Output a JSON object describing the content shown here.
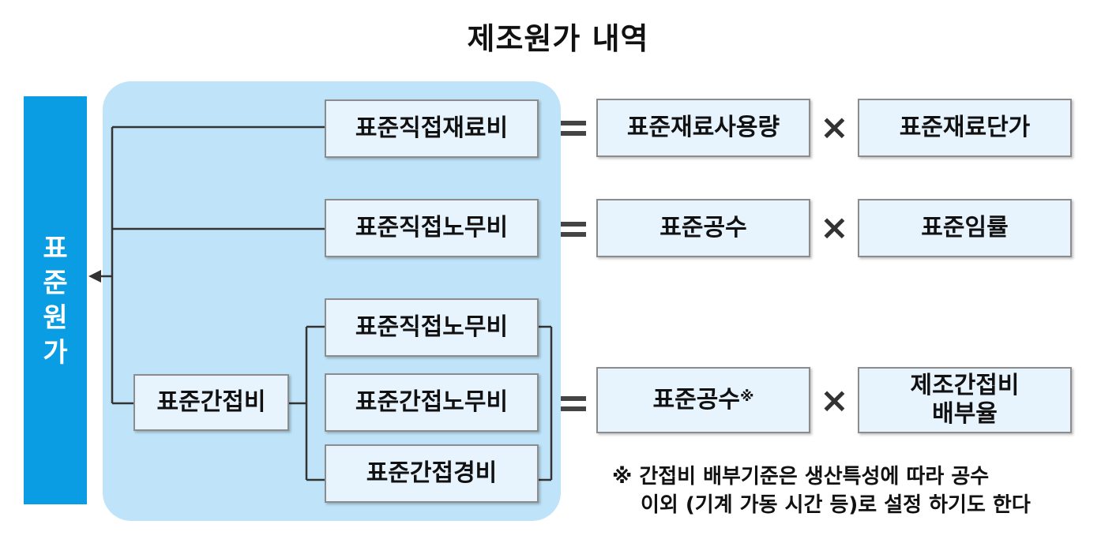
{
  "title": "제조원가 내역",
  "standard_cost": [
    "표",
    "준",
    "원",
    "가"
  ],
  "boxes": {
    "direct_material": "표준직접재료비",
    "direct_labor": "표준직접노무비",
    "overhead": "표준간접비",
    "oh_direct_labor": "표준직접노무비",
    "oh_indirect_labor": "표준간접노무비",
    "oh_indirect_expense": "표준간접경비",
    "material_qty": "표준재료사용량",
    "material_price": "표준재료단가",
    "labor_hours": "표준공수",
    "labor_rate": "표준임률",
    "oh_hours": "표준공수",
    "oh_hours_mark": "※",
    "oh_rate_line1": "제조간접비",
    "oh_rate_line2": "배부율"
  },
  "operators": {
    "times": "×"
  },
  "note": {
    "line1": "※ 간접비 배부기준은 생산특성에 따라 공수",
    "line2": "이외 (기계 가동 시간 등)로 설정 하기도 한다"
  },
  "colors": {
    "bar": "#0a9de3",
    "group": "#bfe3f8",
    "box": "#e8f4fd"
  }
}
